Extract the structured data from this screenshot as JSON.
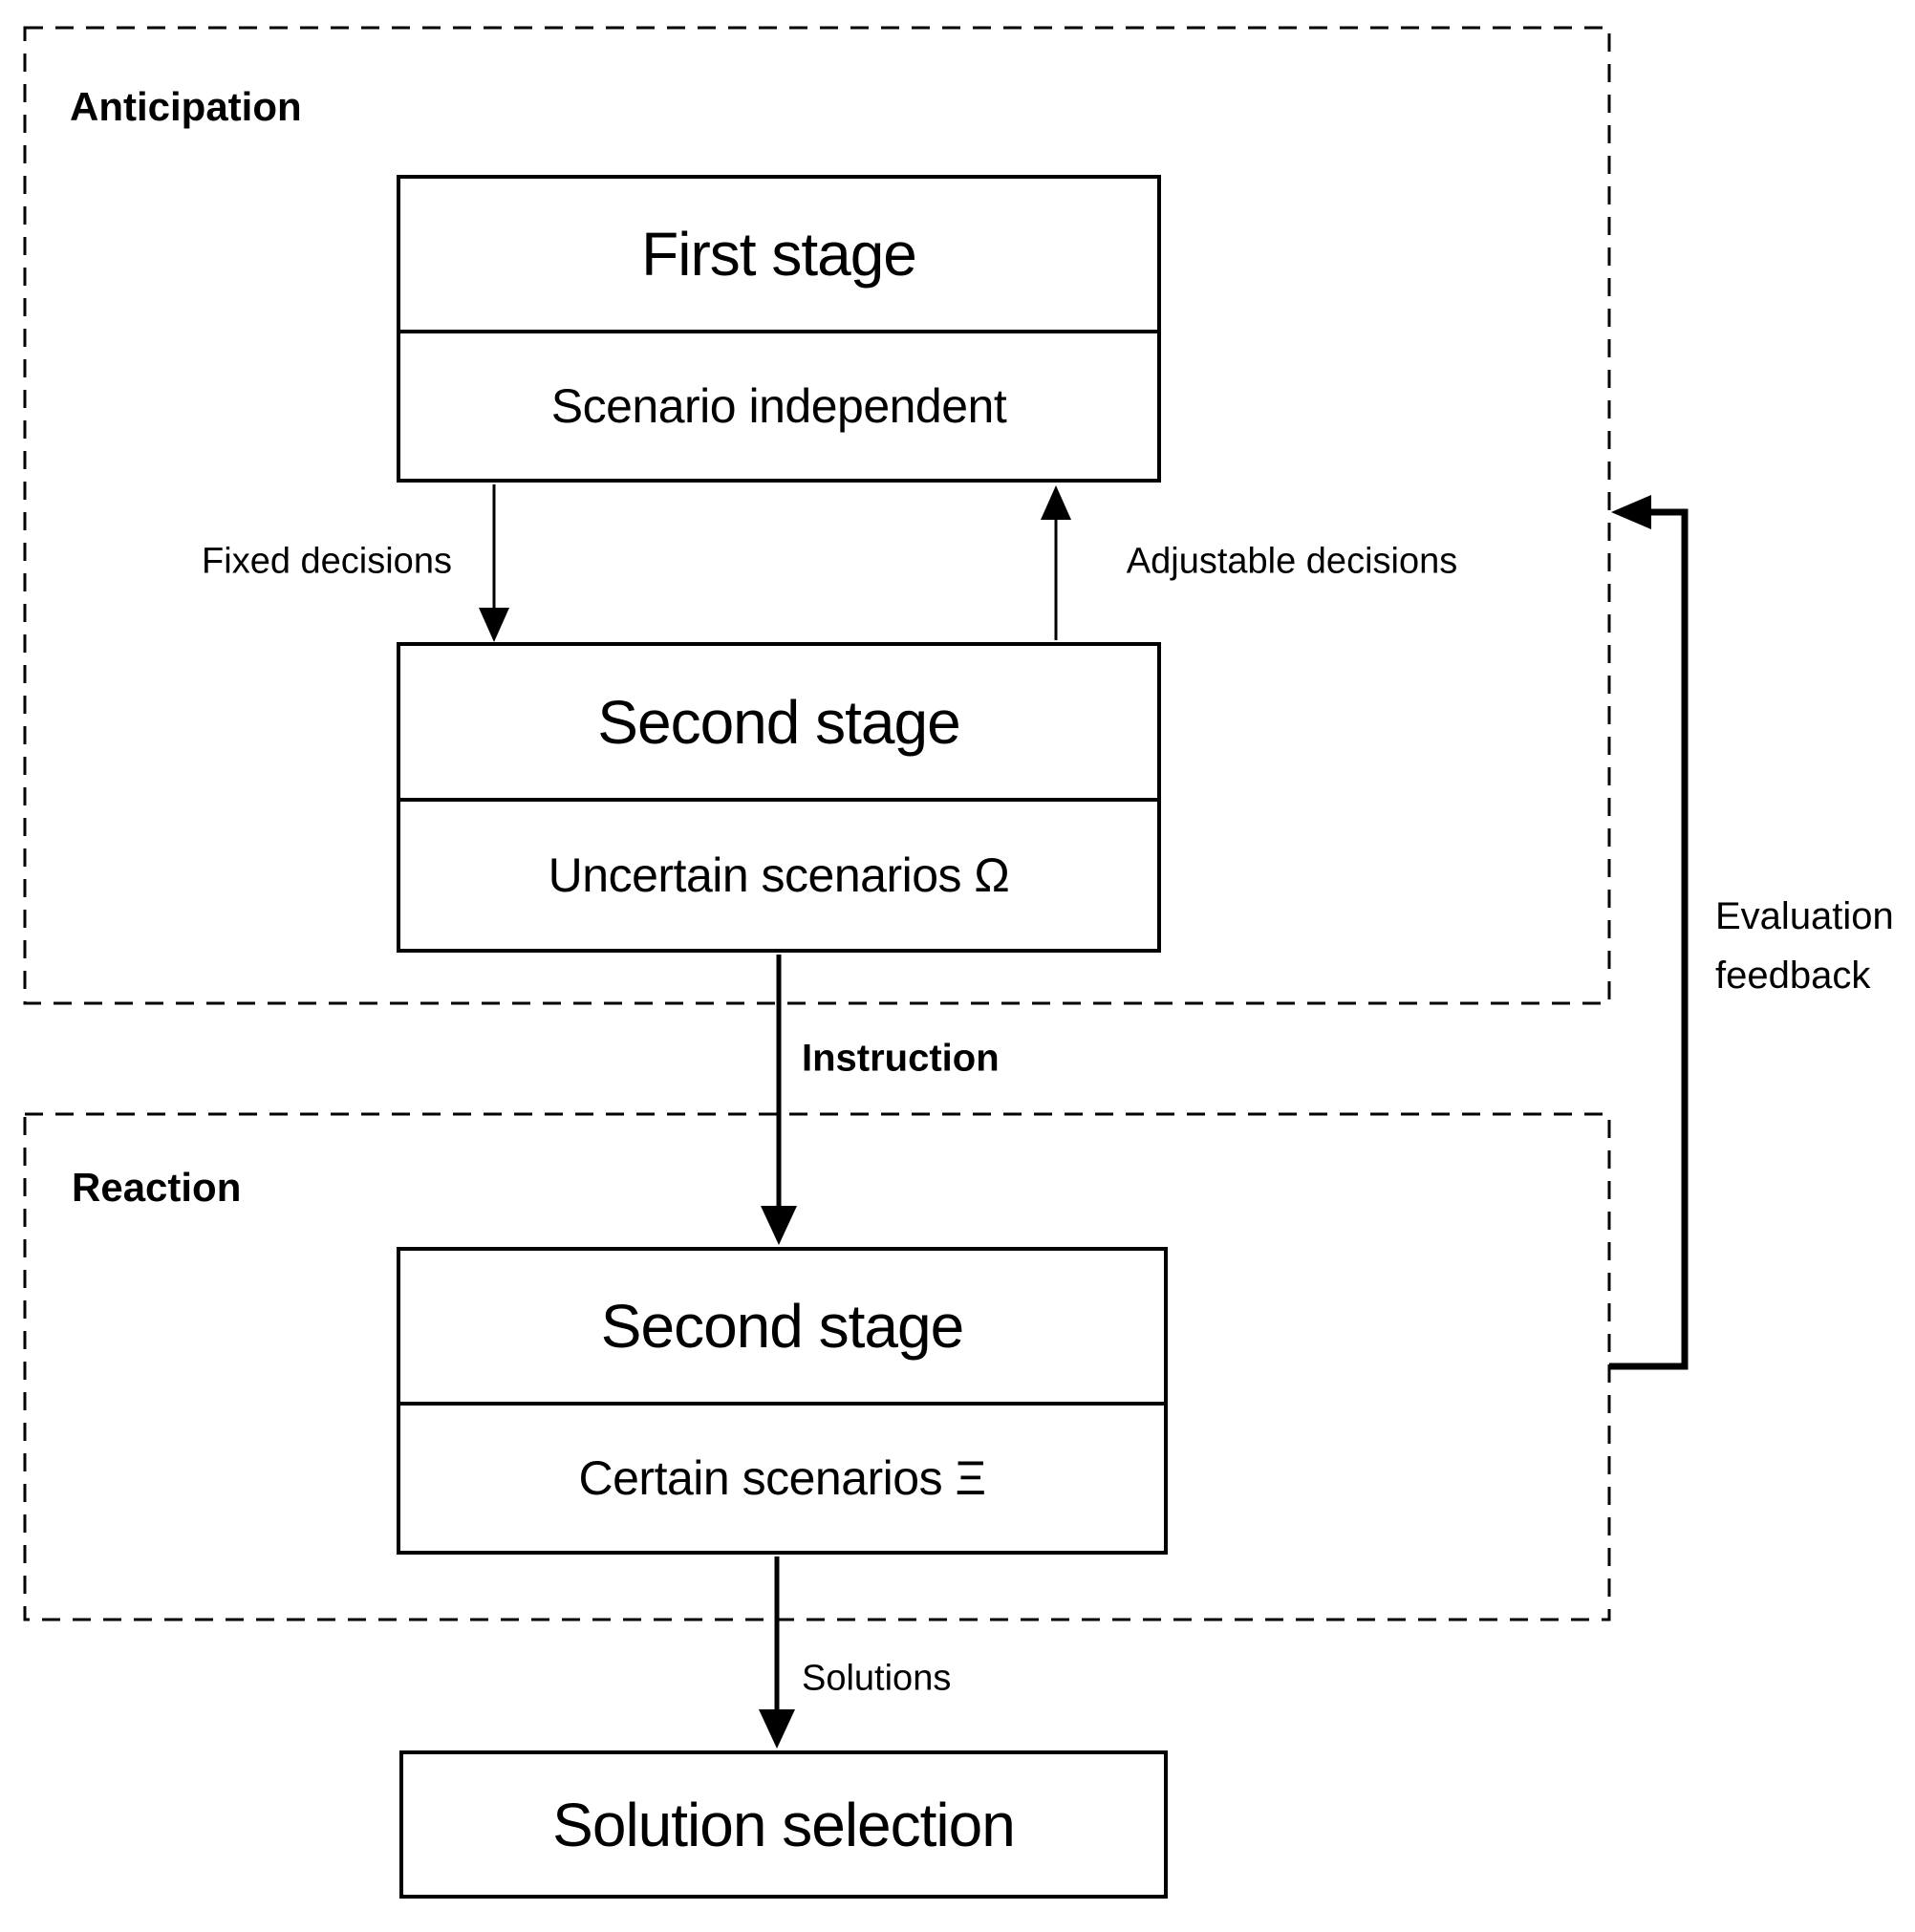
{
  "diagram": {
    "colors": {
      "stroke": "#000000",
      "background": "#ffffff"
    },
    "anticipation": {
      "label": "Anticipation",
      "first_stage": {
        "title": "First stage",
        "subtitle": "Scenario independent"
      },
      "second_stage": {
        "title": "Second stage",
        "subtitle": "Uncertain scenarios Ω"
      },
      "fixed_arrow_label": "Fixed decisions",
      "adjustable_arrow_label": "Adjustable decisions"
    },
    "instruction_label": "Instruction",
    "reaction": {
      "label": "Reaction",
      "second_stage": {
        "title": "Second stage",
        "subtitle": "Certain scenarios Ξ"
      }
    },
    "solutions_label": "Solutions",
    "solution_selection": {
      "title": "Solution selection"
    },
    "feedback": {
      "line1": "Evaluation",
      "line2": "feedback"
    }
  }
}
